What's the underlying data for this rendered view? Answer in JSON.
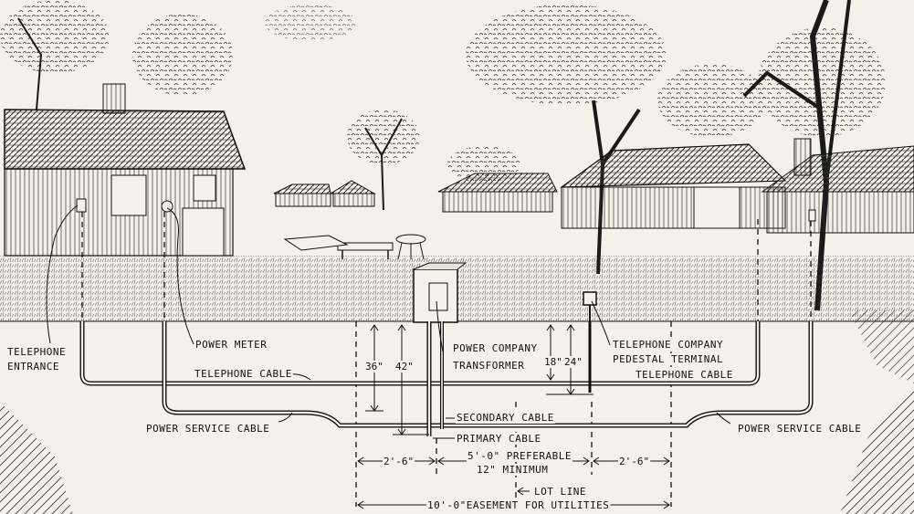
{
  "labels": {
    "telephone_entrance_1": "TELEPHONE",
    "telephone_entrance_2": "ENTRANCE",
    "power_meter": "POWER METER",
    "telephone_cable_left": "TELEPHONE CABLE",
    "telephone_cable_right": "TELEPHONE CABLE",
    "power_service_cable_left": "POWER SERVICE CABLE",
    "power_service_cable_right": "POWER SERVICE CABLE",
    "transformer_1": "POWER COMPANY",
    "transformer_2": "TRANSFORMER",
    "pedestal_1": "TELEPHONE COMPANY",
    "pedestal_2": "PEDESTAL TERMINAL",
    "secondary_cable": "SECONDARY CABLE",
    "primary_cable": "PRIMARY CABLE",
    "separation_1": "5'-0\" PREFERABLE",
    "separation_2": "12\" MINIMUM",
    "lot_line": "LOT LINE",
    "easement": "10'-0\"EASEMENT FOR UTILITIES"
  },
  "dimensions": {
    "depth_36": "36\"",
    "depth_42": "42\"",
    "depth_18": "18\"",
    "depth_24": "24\"",
    "offset_left": "2'-6\"",
    "offset_right": "2'-6\""
  }
}
